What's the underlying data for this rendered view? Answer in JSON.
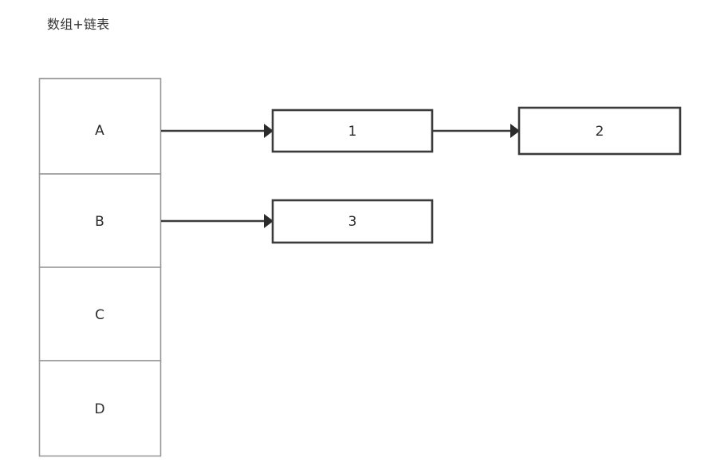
{
  "diagram": {
    "title": "数组+链表",
    "type": "array-plus-linked-list",
    "array": {
      "name": "array-column",
      "cells": [
        {
          "label": "A",
          "index": 0
        },
        {
          "label": "B",
          "index": 1
        },
        {
          "label": "C",
          "index": 2
        },
        {
          "label": "D",
          "index": 3
        }
      ]
    },
    "nodes": [
      {
        "id": "n1",
        "label": "1"
      },
      {
        "id": "n2",
        "label": "2"
      },
      {
        "id": "n3",
        "label": "3"
      }
    ],
    "links": [
      {
        "from": "A",
        "to": "n1",
        "arrow": "arrow-head-icon"
      },
      {
        "from": "n1",
        "to": "n2",
        "arrow": "arrow-head-icon"
      },
      {
        "from": "B",
        "to": "n3",
        "arrow": "arrow-head-icon"
      }
    ],
    "colors": {
      "background": "#ffffff",
      "array_border": "#9a9a9a",
      "node_border": "#3b3b3b",
      "text": "#333333",
      "connector": "#2b2b2b"
    }
  }
}
